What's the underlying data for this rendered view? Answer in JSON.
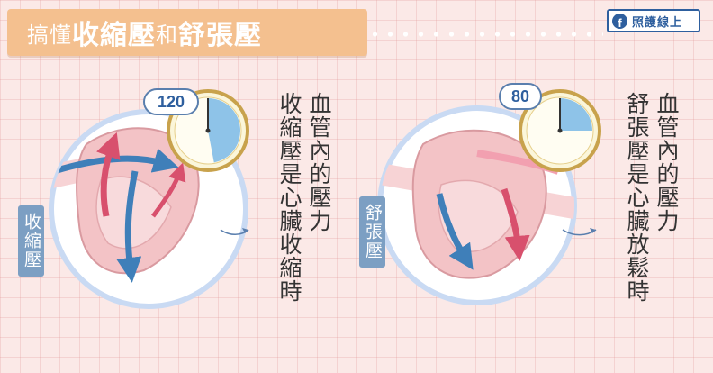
{
  "header": {
    "title_parts": [
      "搞懂",
      "收縮壓",
      "和",
      "舒張壓"
    ],
    "badge_icon": "facebook-icon",
    "badge_text": "照護線上"
  },
  "panels": [
    {
      "side_label": "收縮壓",
      "gauge_value": "120",
      "gauge_fill_fraction": 0.47,
      "caption_line1": "血管內的壓力",
      "caption_line2": "收縮壓是心臟收縮時"
    },
    {
      "side_label": "舒張壓",
      "gauge_value": "80",
      "gauge_fill_fraction": 0.25,
      "caption_line1": "血管內的壓力",
      "caption_line2": "舒張壓是心臟放鬆時"
    }
  ],
  "colors": {
    "background": "#fbe9e7",
    "banner": "#f4c08f",
    "gauge_fill": "#8ec3e8",
    "ring": "#c9daf3",
    "arrow_blue": "#3f7fb9",
    "arrow_red": "#d8506d",
    "heart": "#f3c3c6",
    "label_blue": "#7c9fc3"
  }
}
